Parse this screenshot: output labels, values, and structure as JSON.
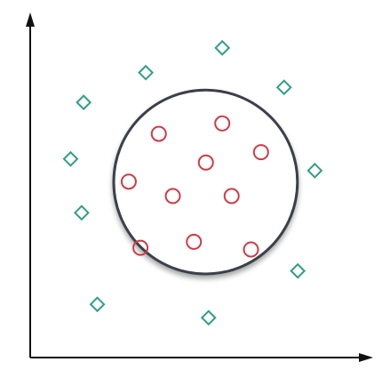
{
  "colors": {
    "background": "#ffffff",
    "axis": "#111111",
    "boundary": "#3a4048",
    "inner_points": "#d03a46",
    "outer_points": "#2f9e86"
  },
  "chart_data": {
    "type": "scatter",
    "title": "",
    "xlabel": "",
    "ylabel": "",
    "xlim": [
      0,
      100
    ],
    "ylim": [
      0,
      100
    ],
    "grid": false,
    "legend": "none",
    "decision_boundary": {
      "shape": "circle",
      "center": [
        52.5,
        52.5
      ],
      "radius": 27.5
    },
    "series": [
      {
        "marker": "circle",
        "color": "#d03a46",
        "points": [
          [
            38.5,
            66.9
          ],
          [
            57.5,
            70.0
          ],
          [
            69.1,
            61.4
          ],
          [
            52.6,
            58.3
          ],
          [
            29.5,
            52.6
          ],
          [
            42.7,
            48.3
          ],
          [
            60.3,
            48.3
          ],
          [
            33.0,
            32.8
          ],
          [
            49.0,
            34.6
          ],
          [
            66.1,
            32.3
          ]
        ]
      },
      {
        "marker": "diamond",
        "color": "#2f9e86",
        "points": [
          [
            57.5,
            92.6
          ],
          [
            34.6,
            85.2
          ],
          [
            76.0,
            80.8
          ],
          [
            16.0,
            76.3
          ],
          [
            12.1,
            59.4
          ],
          [
            85.2,
            55.9
          ],
          [
            15.4,
            43.3
          ],
          [
            80.1,
            25.9
          ],
          [
            20.1,
            15.9
          ],
          [
            53.4,
            11.9
          ]
        ]
      }
    ]
  }
}
